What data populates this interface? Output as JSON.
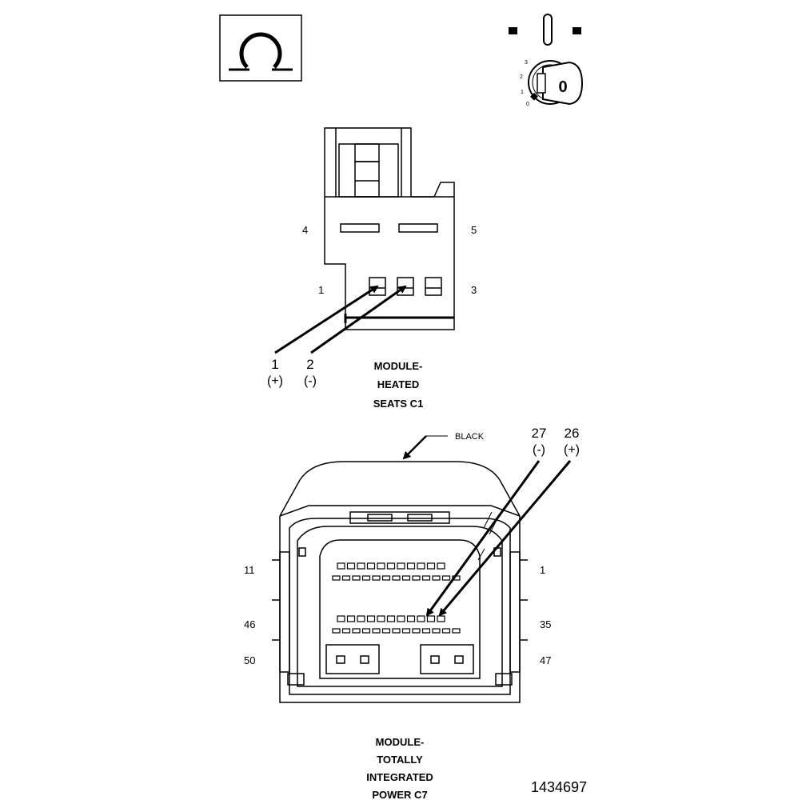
{
  "ohmmeter_symbol": "omega-icon",
  "ignition_switch": {
    "positions": [
      "3",
      "2",
      "1",
      "0"
    ],
    "key_label": "0",
    "icons": [
      "key-icon",
      "off-indicator-icon"
    ]
  },
  "connector_c1": {
    "title_lines": [
      "MODULE-",
      "HEATED",
      "SEATS C1"
    ],
    "pins": {
      "p4": "4",
      "p5": "5",
      "p1": "1",
      "p3": "3"
    },
    "probes": [
      {
        "pin": "1",
        "sign": "(+)"
      },
      {
        "pin": "2",
        "sign": "(-)"
      }
    ]
  },
  "connector_c7": {
    "color_label": "BLACK",
    "title_lines": [
      "MODULE-",
      "TOTALLY",
      "INTEGRATED",
      "POWER C7"
    ],
    "pins": {
      "p11": "11",
      "p46": "46",
      "p50": "50",
      "p1": "1",
      "p35": "35",
      "p47": "47"
    },
    "probes": [
      {
        "pin": "27",
        "sign": "(-)"
      },
      {
        "pin": "26",
        "sign": "(+)"
      }
    ]
  },
  "figure_number": "1434697"
}
